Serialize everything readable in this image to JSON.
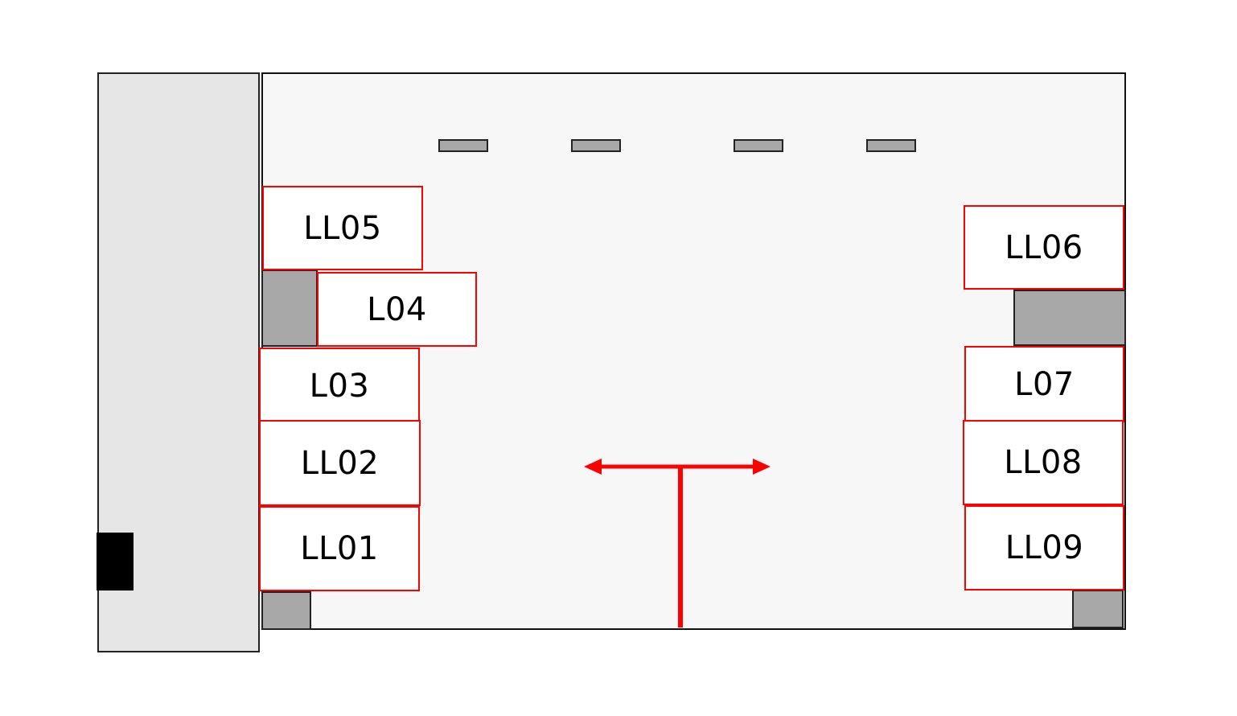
{
  "locations": {
    "ll05": "LL05",
    "l04": "L04",
    "l03": "L03",
    "ll02": "LL02",
    "ll01": "LL01",
    "ll06": "LL06",
    "l07": "L07",
    "ll08": "LL08",
    "ll09": "LL09"
  },
  "colors": {
    "label_border": "#ff0000",
    "arrow": "#ff0000",
    "fixture_fill": "#a8a8a8",
    "room_fill": "#f7f7f7",
    "wing_fill": "#e6e6e6",
    "door_fill": "#000000"
  },
  "icons": {
    "direction_marker": "t-arrow-icon",
    "door": "door-icon"
  }
}
